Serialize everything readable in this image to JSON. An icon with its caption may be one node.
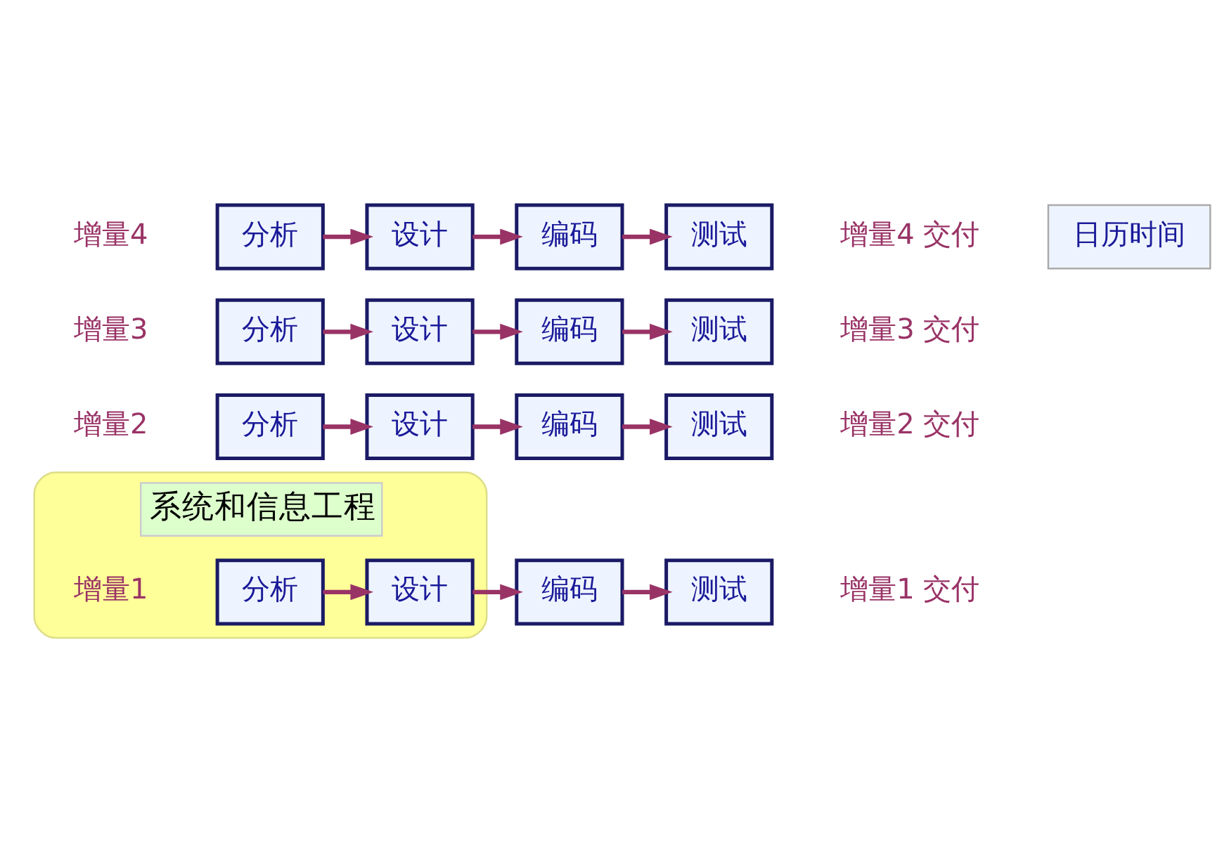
{
  "diagram": {
    "nodes": [
      {
        "text": [
          "系统和信息工程"
        ]
      },
      {
        "text": [
          "分析"
        ],
        "in": 0
      },
      {
        "text": [
          "设计"
        ],
        "in": 0
      },
      {
        "text": [
          "编码"
        ]
      },
      {
        "text": [
          "测试"
        ],
        "beside": [
          "增量1 交付"
        ]
      },
      {
        "text": [
          "分析"
        ]
      },
      {
        "text": [
          "设计"
        ]
      },
      {
        "text": [
          "编码"
        ]
      },
      {
        "text": [
          "测试"
        ],
        "beside": [
          "增量2 交付"
        ]
      },
      {
        "text": [
          "分析"
        ]
      },
      {
        "text": [
          "设计"
        ]
      },
      {
        "text": [
          "编码"
        ]
      },
      {
        "text": [
          "测试"
        ],
        "beside": [
          "增量3 交付"
        ]
      },
      {
        "text": [
          "分析"
        ]
      },
      {
        "text": [
          "设计"
        ]
      },
      {
        "text": [
          "编码"
        ]
      },
      {
        "text": [
          "测试"
        ],
        "beside": [
          "增量4 交付"
        ]
      }
    ],
    "edges": [
      {
        "from": 1,
        "to": 2,
        "arrow": "to"
      },
      {
        "from": 2,
        "to": 3,
        "arrow": "to"
      },
      {
        "from": 3,
        "to": 4,
        "arrow": "to"
      },
      {
        "from": 5,
        "to": 6,
        "arrow": "to"
      },
      {
        "from": 6,
        "to": 7,
        "arrow": "to"
      },
      {
        "from": 7,
        "to": 8,
        "arrow": "to"
      },
      {
        "from": 9,
        "to": 10,
        "arrow": "to"
      },
      {
        "from": 10,
        "to": 11,
        "arrow": "to"
      },
      {
        "from": 11,
        "to": 12,
        "arrow": "to"
      },
      {
        "from": 13,
        "to": 14,
        "arrow": "to"
      },
      {
        "from": 14,
        "to": 15,
        "arrow": "to"
      },
      {
        "from": 15,
        "to": 16,
        "arrow": "to"
      }
    ],
    "labels": [
      "增量1",
      "增量2",
      "增量3",
      "增量4",
      "日历时间"
    ]
  }
}
